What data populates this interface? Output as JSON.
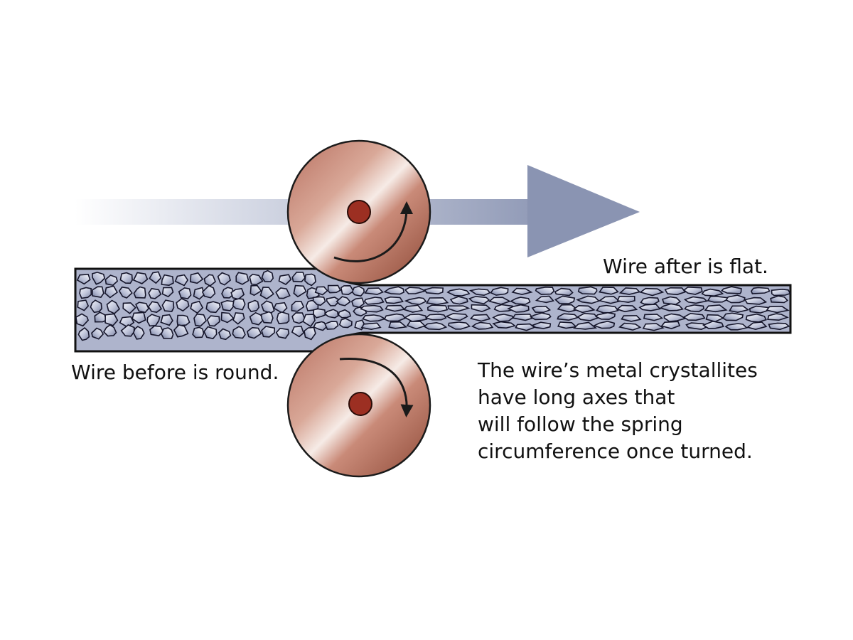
{
  "labels": {
    "after": "Wire after is flat.",
    "before": "Wire before is round.",
    "crystallites": [
      "The wire’s metal crystallites",
      "have long axes that",
      "will follow the spring",
      "circumference once turned."
    ]
  },
  "colors": {
    "arrow": "#9aa4bf",
    "roller": "#a9604a",
    "roller_highlight": "#f2e0d8",
    "axle": "#9c2f22",
    "grain_light": "#eef0f8",
    "grain_dark": "#8a90ad",
    "grain_outline": "#1a1a2e"
  },
  "icons": {
    "direction": "right-arrow-icon",
    "rotation_top": "clockwise-arrow-icon",
    "rotation_bottom": "clockwise-arrow-icon"
  }
}
